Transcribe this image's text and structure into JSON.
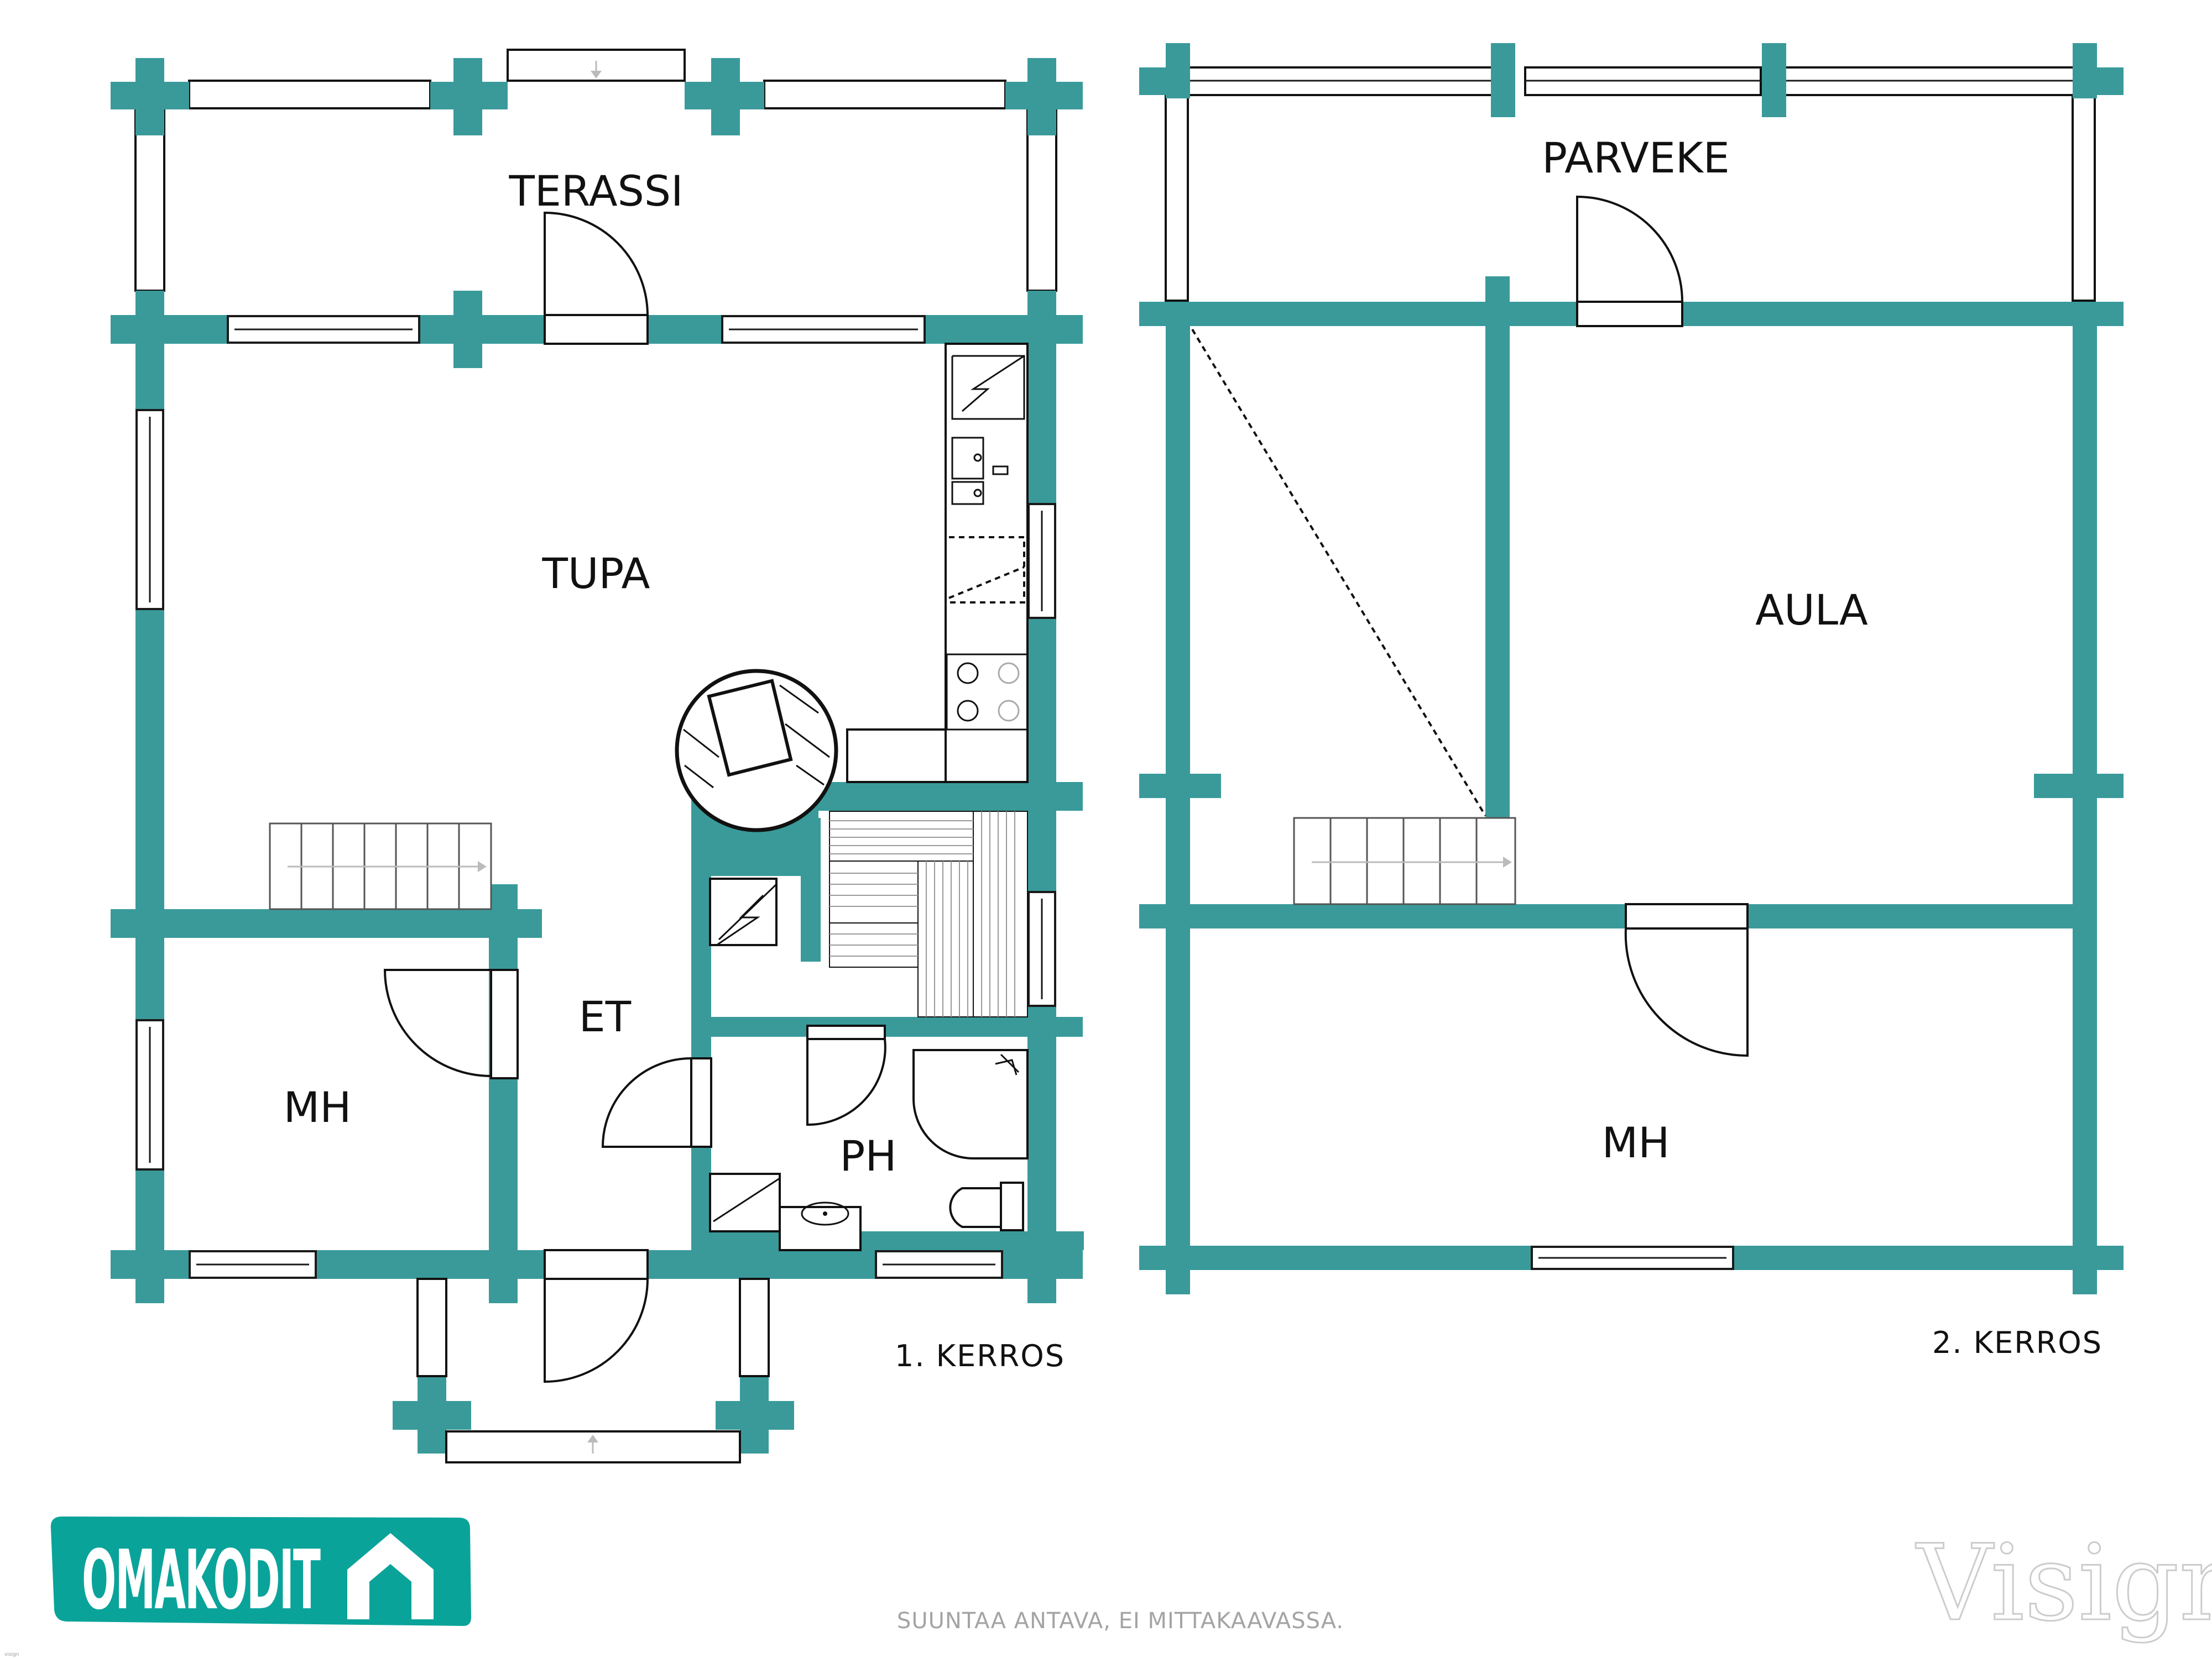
{
  "rooms_floor1": {
    "terassi": "TERASSI",
    "tupa": "TUPA",
    "et": "ET",
    "mh": "MH",
    "ph": "PH"
  },
  "rooms_floor2": {
    "parveke": "PARVEKE",
    "aula": "AULA",
    "mh": "MH"
  },
  "floor_labels": {
    "floor1": "1. KERROS",
    "floor2": "2. KERROS"
  },
  "disclaimer": "SUUNTAA ANTAVA, EI MITTAKAAVASSA.",
  "logo": {
    "text": "OMAKODIT",
    "color": "#0aa39a"
  },
  "watermark": "Visign",
  "tiny_credit": "visign",
  "colors": {
    "wall": "#3a9a9a"
  }
}
